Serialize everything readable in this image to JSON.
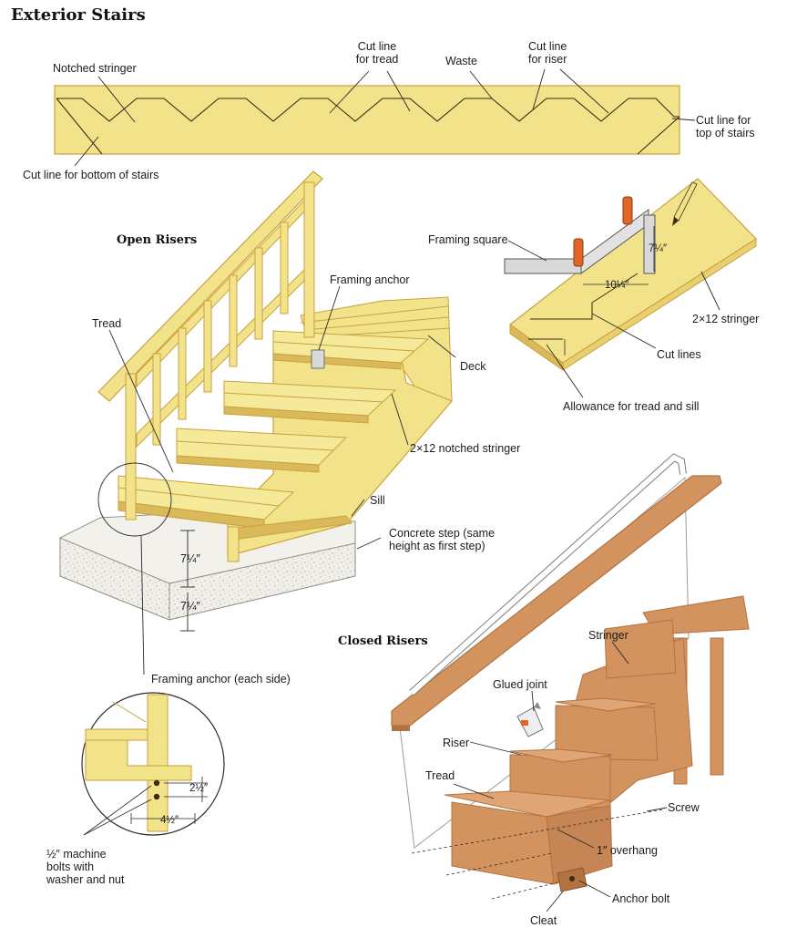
{
  "title": "Exterior Stairs",
  "colors": {
    "wood": "#F2E38A",
    "wood_edge": "#C9A23C",
    "wood_dark": "#D9B95A",
    "brown": "#D2935F",
    "brown_dark": "#B27341",
    "concrete": "#F1EFE9",
    "line": "#3A2A12",
    "orange": "#E0662A"
  },
  "stringer_strip": {
    "notched_stringer": "Notched stringer",
    "cut_line_tread": "Cut line\nfor tread",
    "waste": "Waste",
    "cut_line_riser": "Cut line\nfor riser",
    "cut_line_top": "Cut line for\ntop of stairs",
    "cut_line_bottom": "Cut line for bottom of stairs"
  },
  "open_risers": {
    "heading": "Open Risers",
    "framing_anchor": "Framing anchor",
    "tread": "Tread",
    "deck": "Deck",
    "notched_stringer": "2×12 notched stringer",
    "sill": "Sill",
    "concrete_step": "Concrete step (same\nheight as first step)",
    "dim_upper": "7¼″",
    "dim_lower": "7¼″",
    "framing_anchor_each": "Framing anchor (each side)"
  },
  "detail": {
    "dim_vertical": "2½″",
    "dim_horizontal": "4½″",
    "bolts": "½″ machine\nbolts with\nwasher and nut"
  },
  "layout_diagram": {
    "framing_square": "Framing square",
    "dim_rise": "7¼″",
    "dim_run": "10¼″",
    "stringer": "2×12 stringer",
    "cut_lines": "Cut lines",
    "allowance": "Allowance for tread and sill"
  },
  "closed_risers": {
    "heading": "Closed Risers",
    "stringer": "Stringer",
    "glued_joint": "Glued joint",
    "riser": "Riser",
    "tread": "Tread",
    "screw": "Screw",
    "overhang": "1″ overhang",
    "anchor_bolt": "Anchor bolt",
    "cleat": "Cleat"
  }
}
